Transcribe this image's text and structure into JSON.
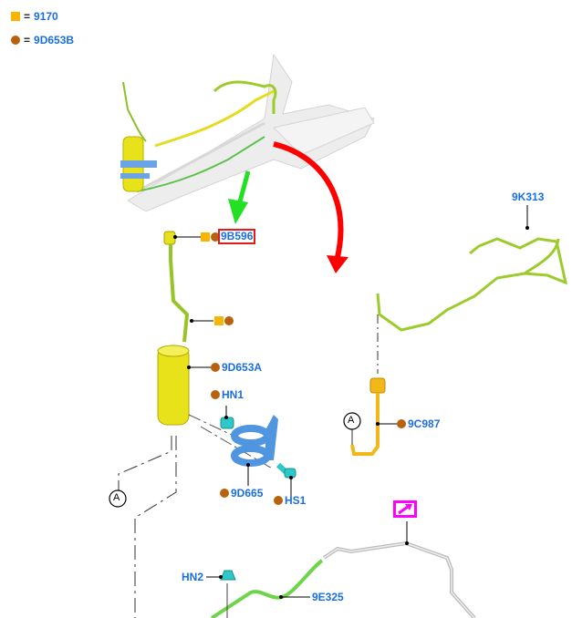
{
  "legend": [
    {
      "symbol": "square",
      "eq": "=",
      "code": "9170"
    },
    {
      "symbol": "circle",
      "eq": "=",
      "code": "9D653B"
    }
  ],
  "callouts": {
    "highlighted": "9B596",
    "canister": "9D653A",
    "nut1": "HN1",
    "bracket": "9D665",
    "screw": "HS1",
    "valve_tube": "9C987",
    "harness": "9K313",
    "hose": "9E325",
    "nut2": "HN2"
  },
  "connector_marks": [
    "A",
    "A"
  ],
  "colors": {
    "label_blue": "#1a6fe0",
    "square_orange": "#f7b500",
    "circle_brown": "#b8620e",
    "highlight_red": "#e21b1b",
    "arrow_green": "#22e022",
    "arrow_red": "#ff0000",
    "view_link_magenta": "#ff00ff"
  },
  "icons": {
    "view_link": "external-view-arrow-icon"
  }
}
